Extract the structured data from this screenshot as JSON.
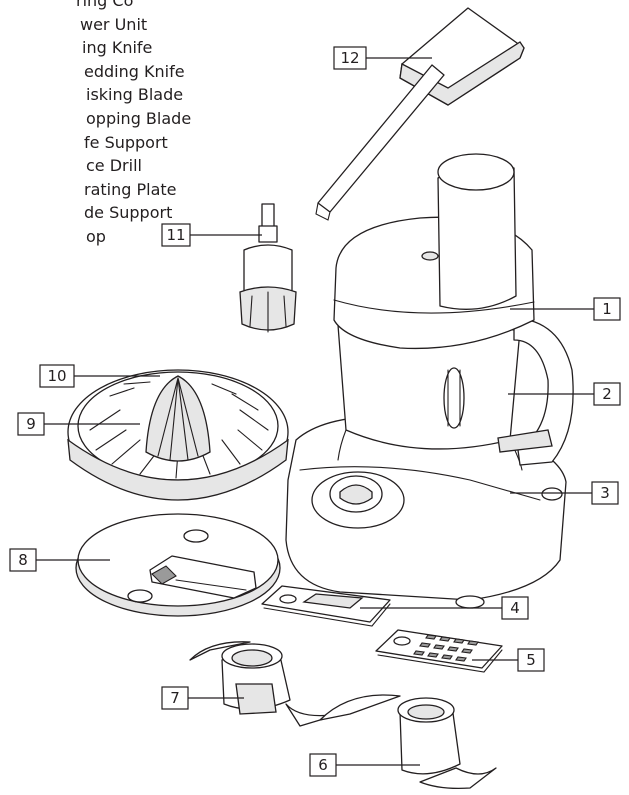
{
  "legend": [
    "ring Co",
    "wer Unit",
    "ing Knife",
    "edding Knife",
    "isking Blade",
    "opping Blade",
    "fe Support",
    "ce Drill",
    "rating Plate",
    "de Support",
    "op"
  ],
  "callouts": [
    "1",
    "2",
    "3",
    "4",
    "5",
    "6",
    "7",
    "8",
    "9",
    "10",
    "11",
    "12"
  ]
}
